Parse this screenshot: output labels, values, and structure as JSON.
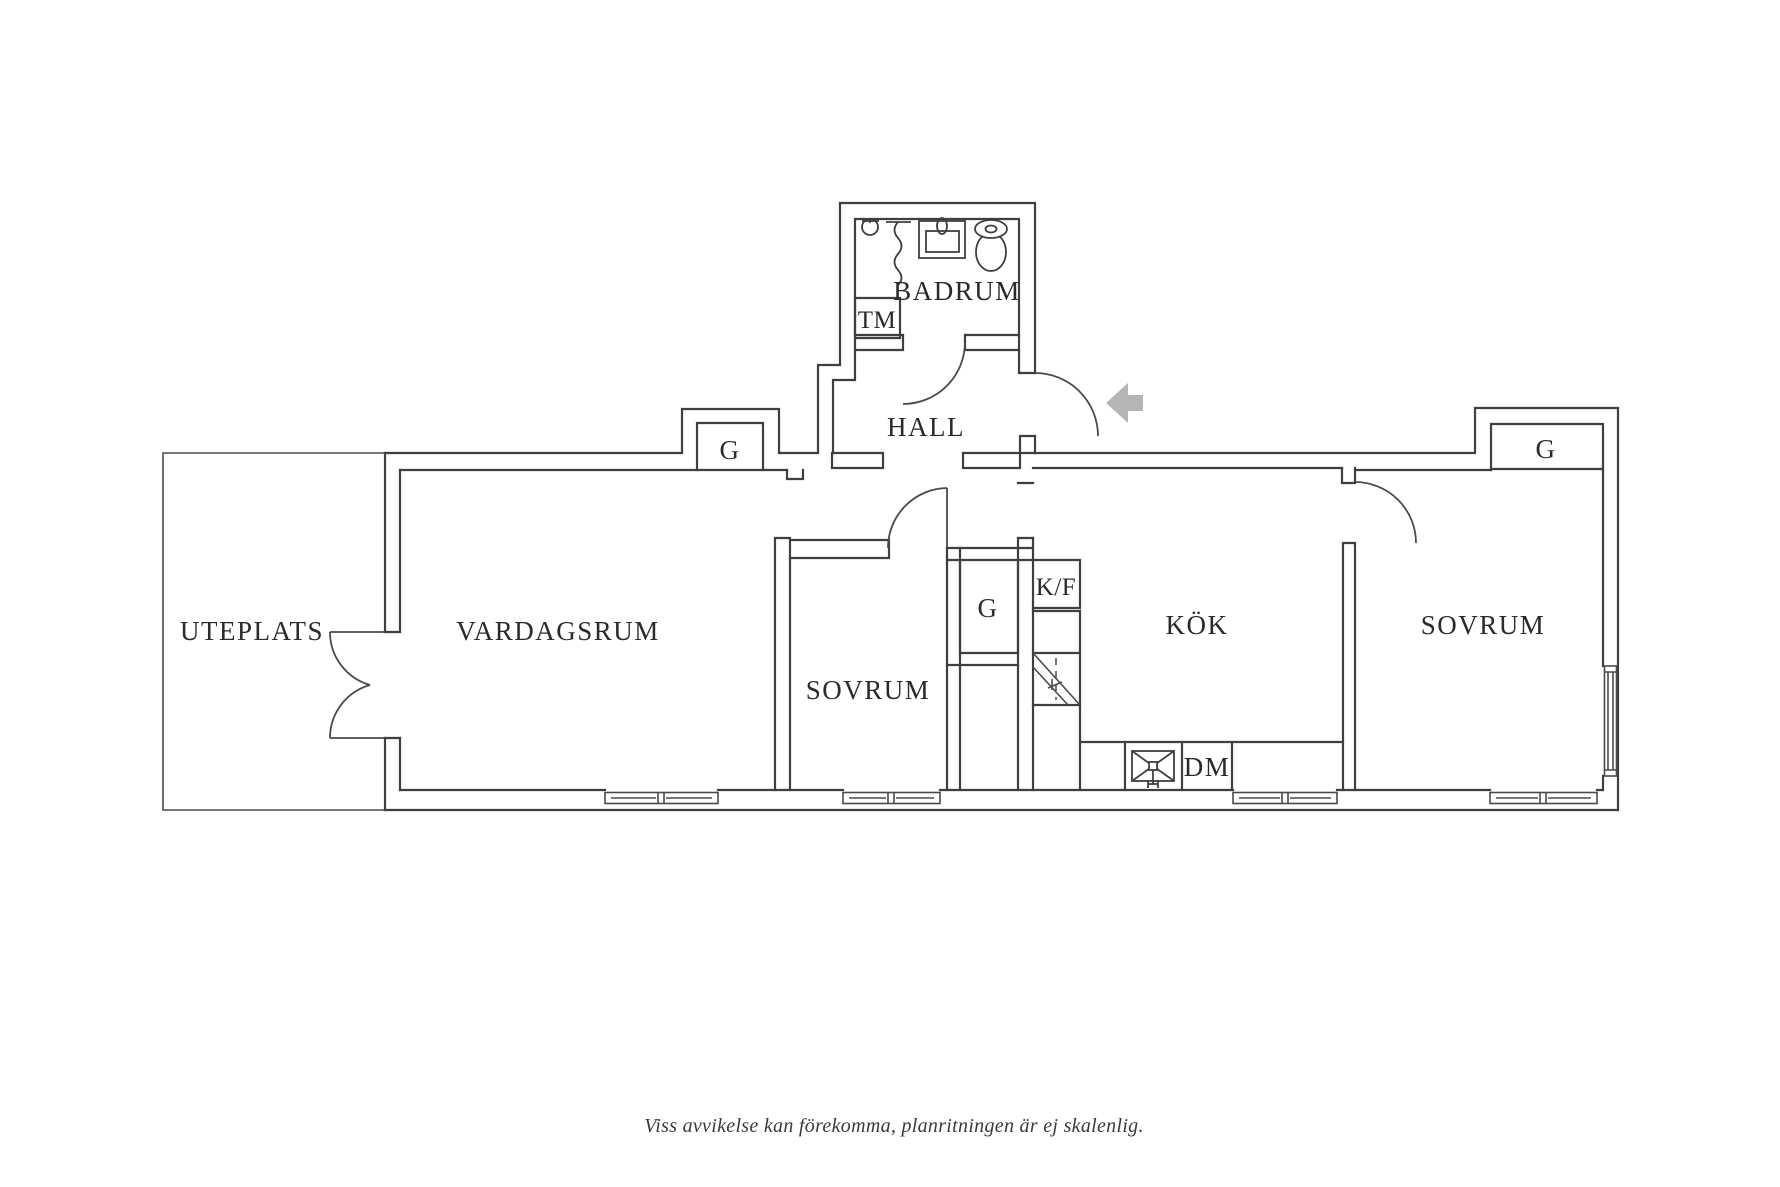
{
  "plan": {
    "rooms": {
      "uteplats": "UTEPLATS",
      "vardagsrum": "VARDAGSRUM",
      "sovrum_mid": "SOVRUM",
      "hall": "HALL",
      "badrum": "BADRUM",
      "kok": "KÖK",
      "sovrum_right": "SOVRUM"
    },
    "closets": {
      "g_vardagsrum": "G",
      "g_sovrum_mid": "G",
      "g_sovrum_right": "G"
    },
    "appliances": {
      "tm": "TM",
      "kf": "K/F",
      "dm": "DM"
    },
    "icons": {
      "entrance_arrow": "arrow-left",
      "shower": "shower-icon",
      "sink": "sink-icon",
      "toilet": "toilet-icon",
      "kitchen_sink": "kitchen-sink-icon"
    },
    "colors": {
      "wall": "#3f3f3f",
      "arrow": "#b5b5b5",
      "text": "#2a2a2a",
      "background": "#ffffff"
    },
    "footer": {
      "disclaimer": "Viss avvikelse kan förekomma, planritningen är ej skalenlig."
    }
  }
}
